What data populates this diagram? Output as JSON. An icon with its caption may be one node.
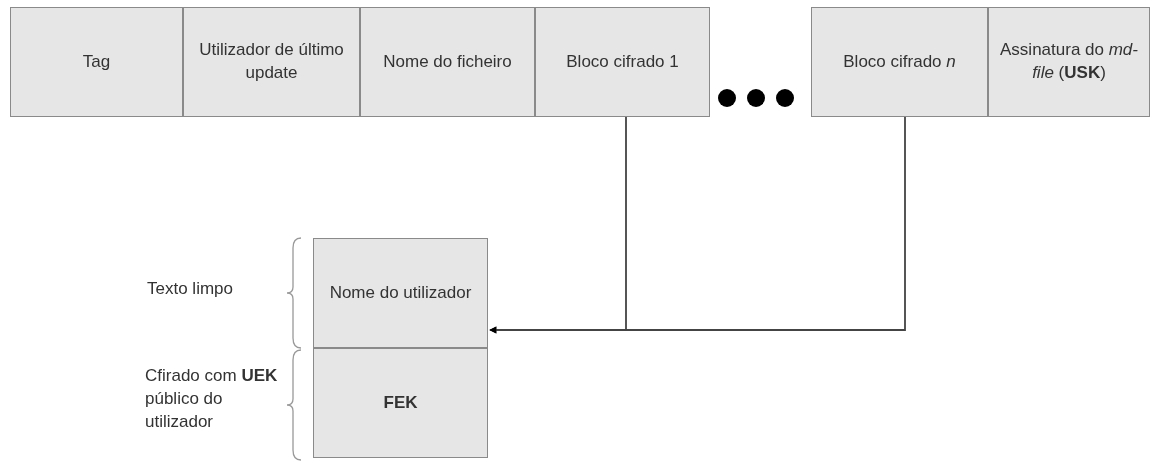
{
  "diagram": {
    "nodes": [
      {
        "text": [
          "Tag"
        ]
      },
      {
        "text": [
          "Utilizador de último update"
        ]
      },
      {
        "text": [
          "Nome do ficheiro"
        ]
      },
      {
        "text": [
          "Bloco cifrado 1"
        ]
      },
      {
        "text": [
          "Bloco cifrado *n*"
        ]
      },
      {
        "text": [
          "Assinatura do *md-file* (**USK**)"
        ]
      },
      {
        "text": [
          "Nome do utilizador"
        ]
      },
      {
        "text": [
          "FEK"
        ]
      }
    ],
    "edges": [
      {
        "from": 3,
        "to": 6,
        "arrow": "to"
      },
      {
        "from": 4,
        "to": 6,
        "arrow": "to"
      }
    ],
    "labels": [
      "Texto limpo",
      "Cfirado com **UEK** público do utilizador"
    ]
  }
}
